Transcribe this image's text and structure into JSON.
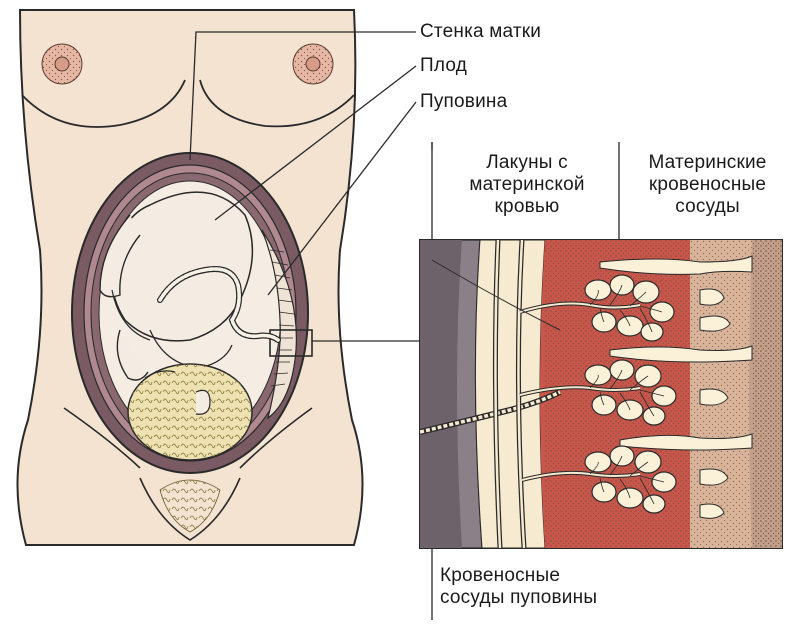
{
  "labels": {
    "uterine_wall": "Стенка матки",
    "fetus": "Плод",
    "umbilical_cord": "Пуповина",
    "lacunae": [
      "Лакуны с",
      "материнской",
      "кровью"
    ],
    "maternal_vessels": [
      "Материнские",
      "кровеносные",
      "сосуды"
    ],
    "cord_vessels": [
      "Кровеносные",
      "сосуды пуповины"
    ]
  },
  "colors": {
    "skin": "#f3e3d0",
    "outline": "#2a2a2a",
    "uterus_wall": "#7a5a63",
    "fetus_skin": "#f4ece2",
    "hair": "#ecdba0",
    "maternal_blood": "#c8564a",
    "decidua": "#d8b49a",
    "lacuna_gray": "#8c8088",
    "cream": "#fbf0d8"
  }
}
